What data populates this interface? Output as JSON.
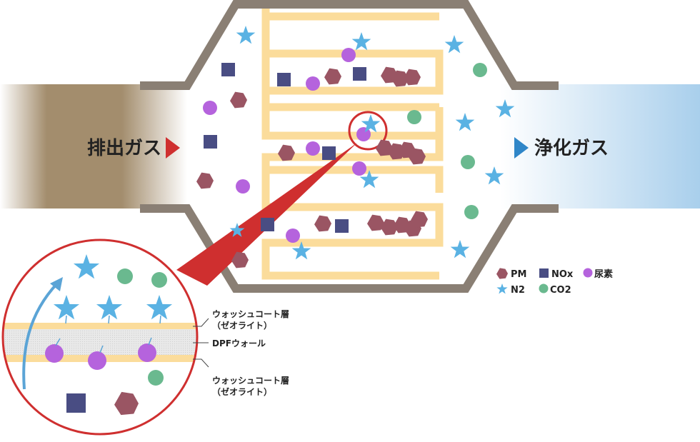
{
  "labels": {
    "exhaust_gas": "排出ガス",
    "clean_gas": "浄化ガス",
    "washcoat_top_line1": "ウォッシュコート層",
    "washcoat_top_line2": "（ゼオライト）",
    "dpf_wall": "DPFウォール",
    "washcoat_bottom_line1": "ウォッシュコート層",
    "washcoat_bottom_line2": "（ゼオライト）"
  },
  "legend": {
    "pm": "PM",
    "nox": "NOx",
    "urea": "尿素",
    "n2": "N2",
    "co2": "CO2"
  },
  "colors": {
    "exhaust_brown": "#a38d6d",
    "clean_blue": "#a9cfec",
    "housing_gray": "#8a7f74",
    "channel_yellow": "#fbdc9b",
    "pm": "#9a5563",
    "nox": "#494d83",
    "urea": "#b563dd",
    "n2": "#5ab2e3",
    "co2": "#6ab98f",
    "zoom_red": "#cf2f2f",
    "arrow_blue": "#5ba4d6"
  }
}
